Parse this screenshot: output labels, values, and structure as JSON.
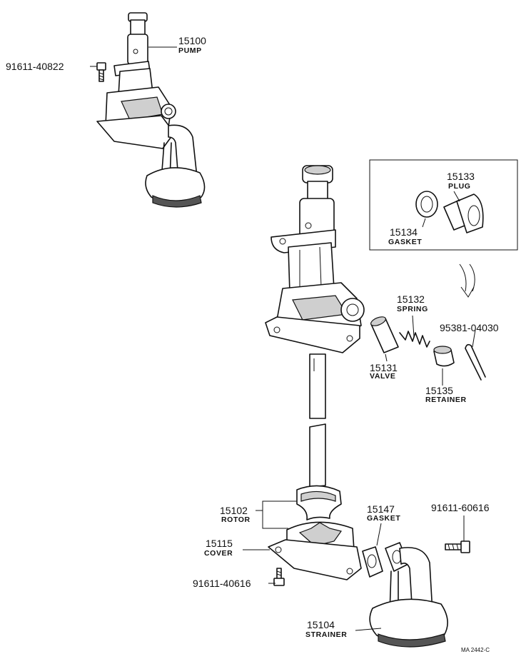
{
  "labels": {
    "pump": {
      "number": "15100",
      "name": "PUMP"
    },
    "bolt_top": {
      "number": "91611-40822"
    },
    "plug": {
      "number": "15133",
      "name": "PLUG"
    },
    "gasket_plug": {
      "number": "15134",
      "name": "GASKET"
    },
    "spring": {
      "number": "15132",
      "name": "SPRING"
    },
    "pin": {
      "number": "95381-04030"
    },
    "valve": {
      "number": "15131",
      "name": "VALVE"
    },
    "retainer": {
      "number": "15135",
      "name": "RETAINER"
    },
    "rotor": {
      "number": "15102",
      "name": "ROTOR"
    },
    "gasket_strainer": {
      "number": "15147",
      "name": "GASKET"
    },
    "bolt_right": {
      "number": "91611-60616"
    },
    "cover": {
      "number": "15115",
      "name": "COVER"
    },
    "bolt_bottom": {
      "number": "91611-40616"
    },
    "strainer": {
      "number": "15104",
      "name": "STRAINER"
    }
  },
  "footer": {
    "code": "MA  2442-C"
  }
}
